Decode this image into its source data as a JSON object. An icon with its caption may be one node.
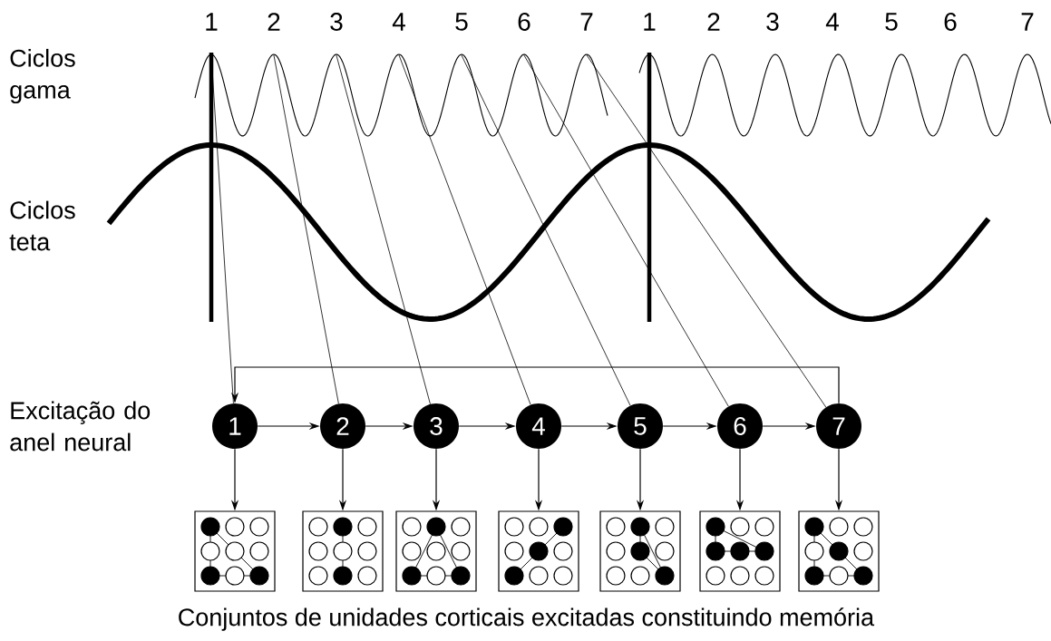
{
  "diagram": {
    "caption": "Conjuntos de unidades corticais excitadas constituindo memória",
    "nodes": [
      {
        "text": [
          "1"
        ]
      },
      {
        "text": [
          "2"
        ]
      },
      {
        "text": [
          "3"
        ]
      },
      {
        "text": [
          "4"
        ]
      },
      {
        "text": [
          "5"
        ]
      },
      {
        "text": [
          "6"
        ]
      },
      {
        "text": [
          "7"
        ]
      },
      {
        "text": [
          "1"
        ]
      },
      {
        "text": [
          "2"
        ]
      },
      {
        "text": [
          "3"
        ]
      },
      {
        "text": [
          "4"
        ]
      },
      {
        "text": [
          "5"
        ]
      },
      {
        "text": [
          "6"
        ]
      },
      {
        "text": [
          "7"
        ]
      },
      {
        "text": [],
        "shape": "box"
      },
      {
        "text": [],
        "shape": "box"
      },
      {
        "text": [],
        "shape": "box"
      },
      {
        "text": [],
        "shape": "box"
      },
      {
        "text": [],
        "shape": "box"
      },
      {
        "text": [],
        "shape": "box"
      },
      {
        "text": [],
        "shape": "box"
      }
    ],
    "edges": [
      {
        "from": 0,
        "to": 7,
        "arrow": "none"
      },
      {
        "from": 1,
        "to": 8,
        "arrow": "none"
      },
      {
        "from": 2,
        "to": 9,
        "arrow": "none"
      },
      {
        "from": 3,
        "to": 10,
        "arrow": "none"
      },
      {
        "from": 4,
        "to": 11,
        "arrow": "none"
      },
      {
        "from": 5,
        "to": 12,
        "arrow": "none"
      },
      {
        "from": 6,
        "to": 13,
        "arrow": "none"
      },
      {
        "from": 13,
        "to": 7,
        "arrow": "to"
      },
      {
        "from": 7,
        "to": 8,
        "arrow": "to"
      },
      {
        "from": 8,
        "to": 9,
        "arrow": "to"
      },
      {
        "from": 9,
        "to": 10,
        "arrow": "to"
      },
      {
        "from": 10,
        "to": 11,
        "arrow": "to"
      },
      {
        "from": 11,
        "to": 12,
        "arrow": "to"
      },
      {
        "from": 12,
        "to": 13,
        "arrow": "to"
      },
      {
        "from": 7,
        "to": 14,
        "arrow": "to"
      },
      {
        "from": 8,
        "to": 15,
        "arrow": "to"
      },
      {
        "from": 9,
        "to": 16,
        "arrow": "to"
      },
      {
        "from": 10,
        "to": 17,
        "arrow": "to"
      },
      {
        "from": 11,
        "to": 18,
        "arrow": "to"
      },
      {
        "from": 12,
        "to": 19,
        "arrow": "to"
      },
      {
        "from": 13,
        "to": 20,
        "arrow": "to"
      }
    ],
    "labels": [
      "1",
      "2",
      "3",
      "4",
      "5",
      "6",
      "7",
      "Ciclos gama",
      "Ciclos teta",
      "Excitação do anel neural"
    ]
  }
}
